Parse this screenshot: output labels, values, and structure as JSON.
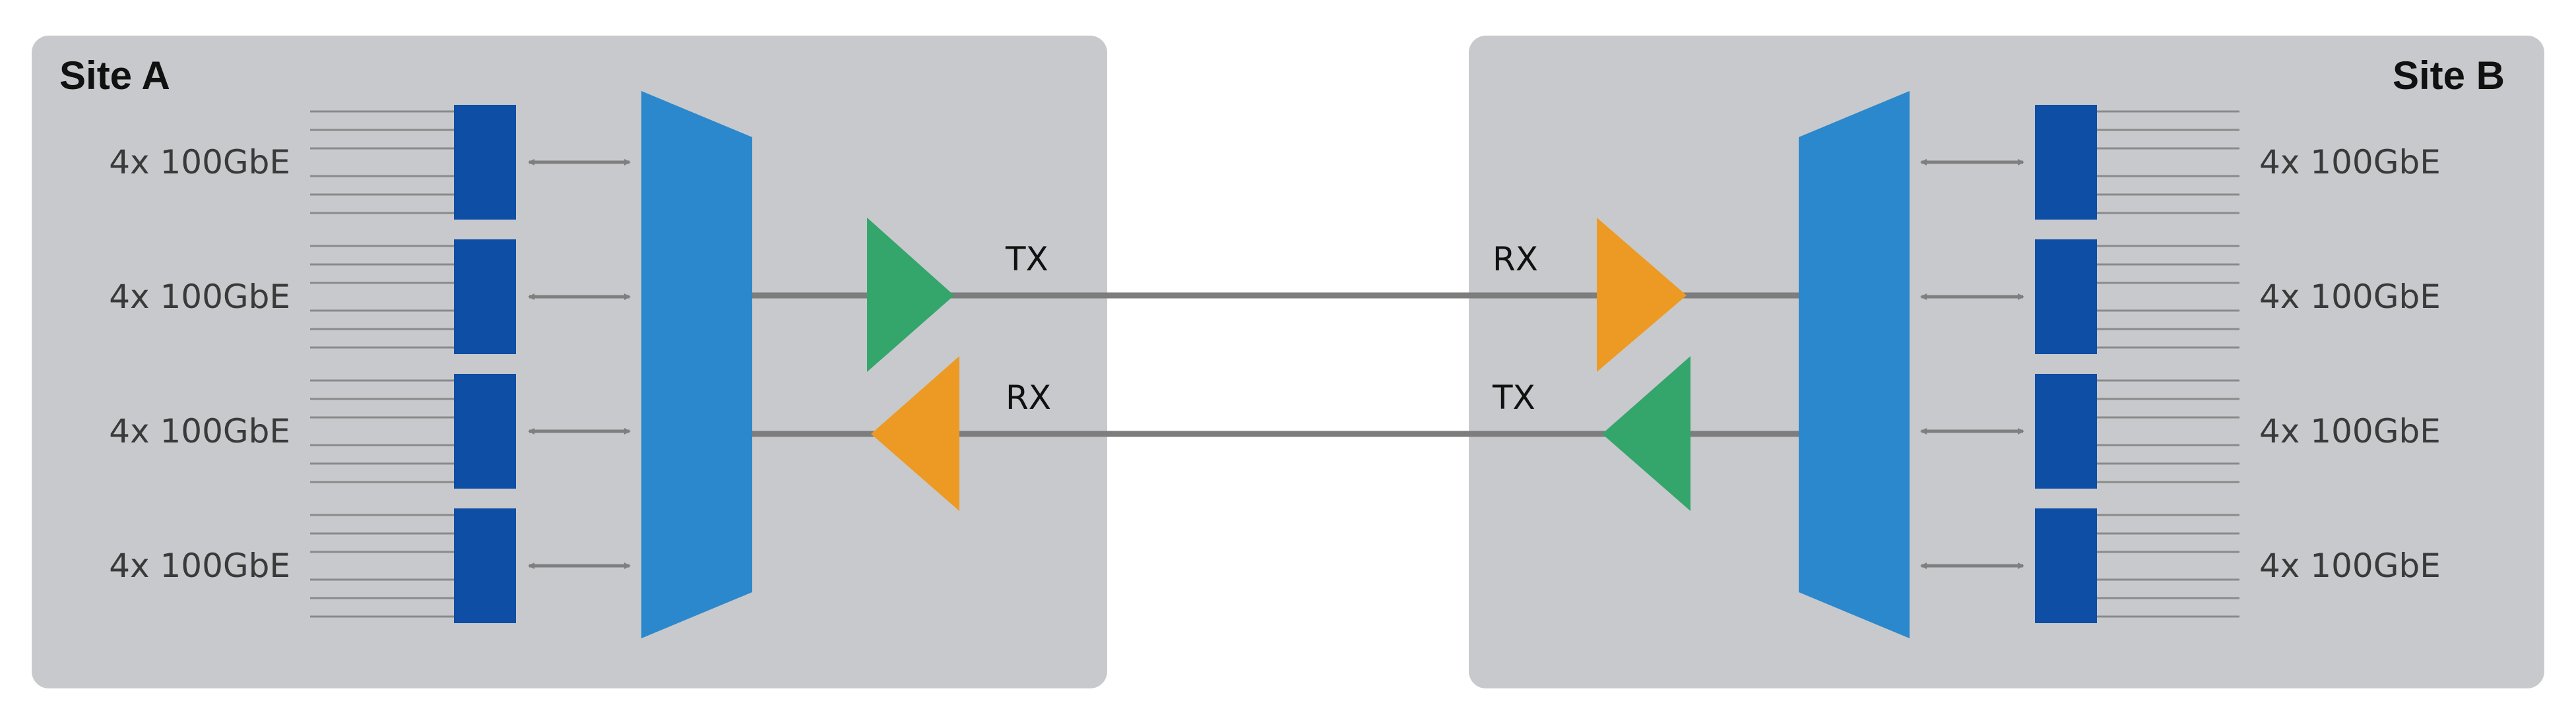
{
  "site_a": {
    "title": "Site A",
    "ports": [
      "4x 100GbE",
      "4x 100GbE",
      "4x 100GbE",
      "4x 100GbE"
    ],
    "upper_link_label": "TX",
    "lower_link_label": "RX"
  },
  "site_b": {
    "title": "Site B",
    "ports": [
      "4x 100GbE",
      "4x 100GbE",
      "4x 100GbE",
      "4x 100GbE"
    ],
    "upper_link_label": "RX",
    "lower_link_label": "TX"
  },
  "colors": {
    "panel": "#c8c9cc",
    "transceiver": "#0e4ea5",
    "mux": "#2b88cc",
    "tx_amplifier": "#34a56b",
    "rx_amplifier": "#ec9a24",
    "fiber": "#7d7d7d",
    "arrow": "#7f7f7f",
    "lane_line": "#8a8a8a"
  }
}
